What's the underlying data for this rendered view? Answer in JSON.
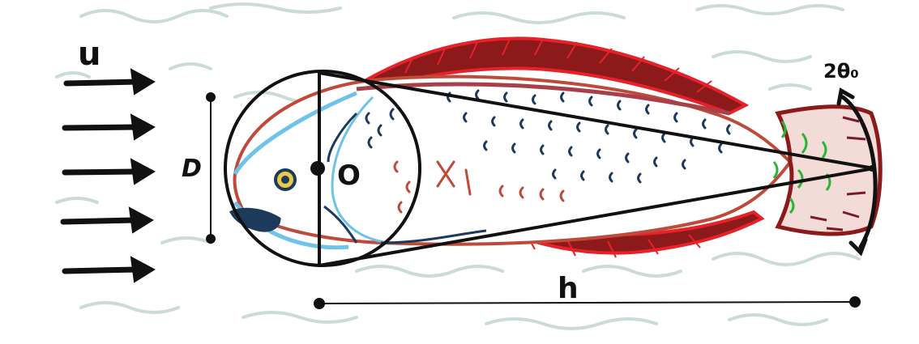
{
  "diagram": {
    "labels": {
      "flow_velocity": "u",
      "diameter": "D",
      "center_point": "O",
      "length": "h",
      "tail_angle": "2θ₀"
    },
    "colors": {
      "water_waves": "#c9dcd6",
      "fish_outline_red": "#e8202a",
      "fin_dark_red": "#8c1a1a",
      "gill_blue": "#6fc3e8",
      "spots_navy": "#1d3a5c",
      "tail_green": "#2bb43a",
      "scales_red": "#c04a3a",
      "ink": "#111111"
    }
  }
}
